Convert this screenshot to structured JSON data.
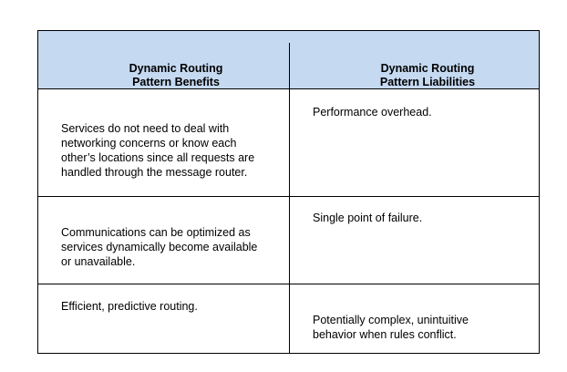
{
  "table": {
    "header": {
      "left_line1": "Dynamic Routing",
      "left_line2": "Pattern Benefits",
      "right_line1": "Dynamic Routing",
      "right_line2": "Pattern Liabilities"
    },
    "rows": [
      {
        "benefit": [
          "Services do not need to deal with",
          "networking concerns or know each",
          "other’s locations since all requests are",
          "handled through the message router."
        ],
        "liability": [
          "Performance overhead."
        ]
      },
      {
        "benefit": [
          "Communications can be optimized as",
          "services dynamically become available",
          "or unavailable."
        ],
        "liability": [
          "Single point of failure."
        ]
      },
      {
        "benefit": [
          "Efficient, predictive routing."
        ],
        "liability": [
          "Potentially complex, unintuitive",
          "behavior when rules conflict."
        ]
      }
    ]
  }
}
